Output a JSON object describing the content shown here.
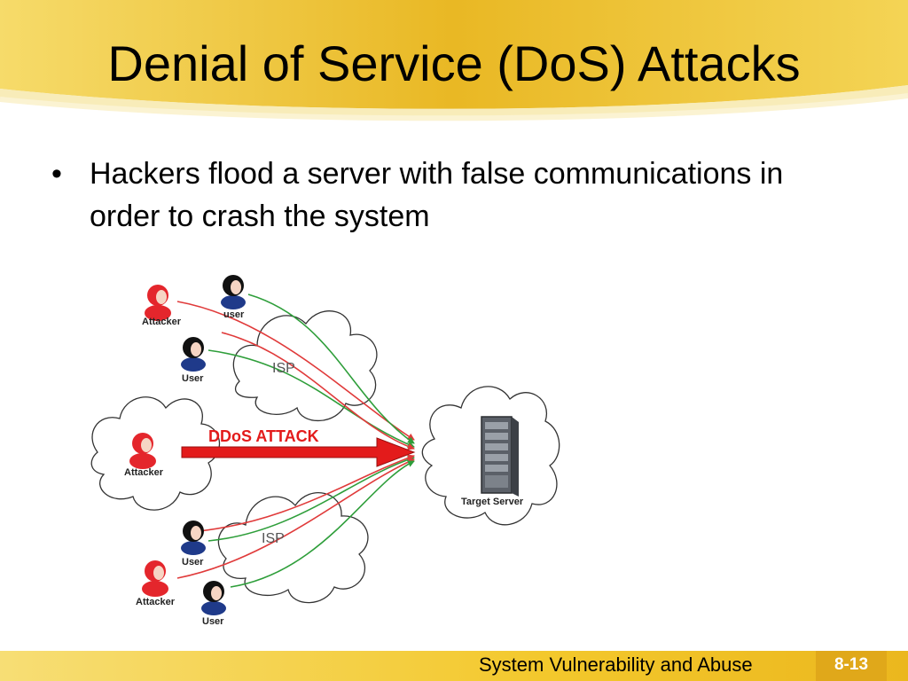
{
  "slide": {
    "title": "Denial of Service (DoS) Attacks",
    "bullet": "Hackers flood a server with false communications in order to crash the system",
    "footer_title": "System Vulnerability and Abuse",
    "slide_number": "8-13"
  },
  "diagram": {
    "people": [
      {
        "role": "attacker",
        "label": "Attacker"
      },
      {
        "role": "user",
        "label": "user"
      },
      {
        "role": "user",
        "label": "User"
      },
      {
        "role": "attacker",
        "label": "Attacker"
      },
      {
        "role": "user",
        "label": "User"
      },
      {
        "role": "attacker",
        "label": "Attacker"
      },
      {
        "role": "user",
        "label": "User"
      }
    ],
    "isp_top": "ISP",
    "isp_bottom": "ISP",
    "attack_label": "DDoS ATTACK",
    "server_label": "Target Server"
  },
  "colors": {
    "header_gold": "#E9B824",
    "footer_gold": "#F3C82C",
    "attack_red": "#E31B1B",
    "traffic_red": "#E03A3A",
    "traffic_green": "#2E9E3A",
    "attacker_red": "#E4262C"
  }
}
